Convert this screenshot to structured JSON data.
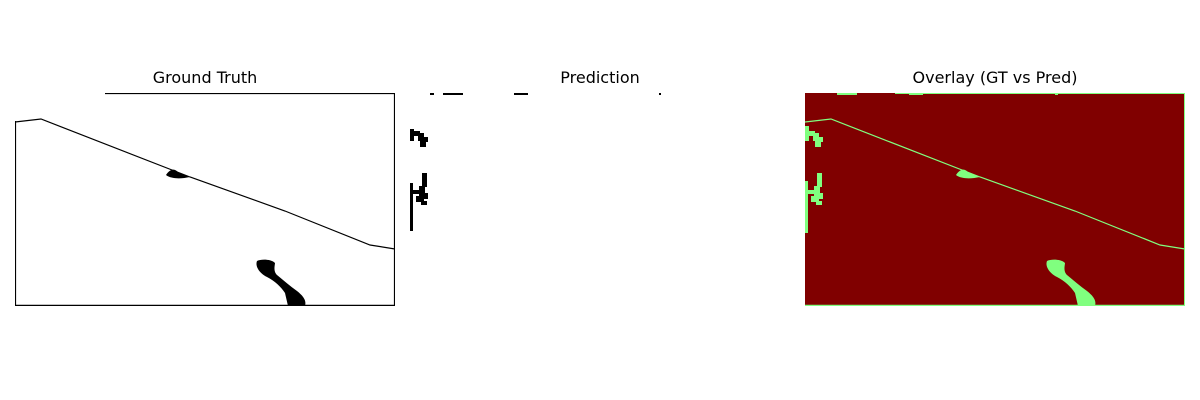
{
  "figure": {
    "panels": [
      {
        "id": "gt",
        "title": "Ground Truth"
      },
      {
        "id": "pred",
        "title": "Prediction"
      },
      {
        "id": "overlay",
        "title": "Overlay (GT vs Pred)"
      }
    ]
  },
  "colors": {
    "background_white": "#ffffff",
    "mask_black": "#000000",
    "overlay_mismatch": "#800000",
    "overlay_match": "#80ff7f"
  }
}
